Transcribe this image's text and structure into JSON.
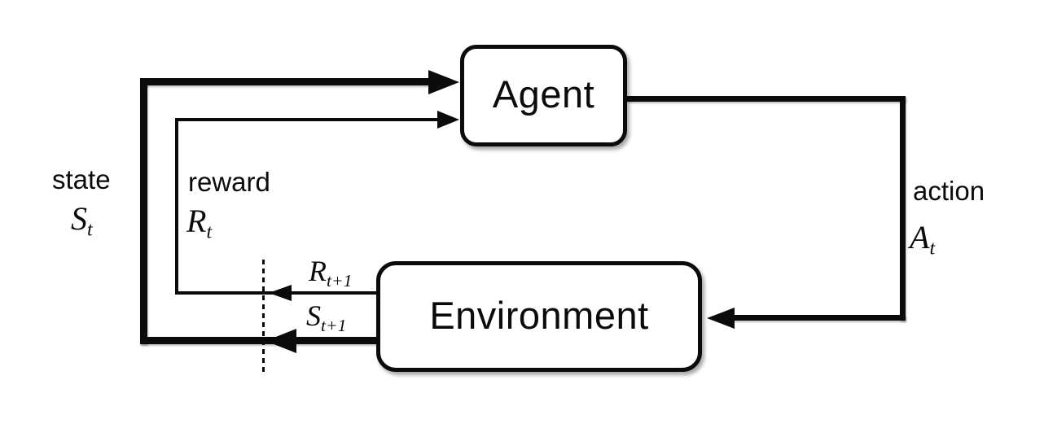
{
  "diagram": {
    "agent_box": {
      "label": "Agent"
    },
    "environment_box": {
      "label": "Environment"
    },
    "state_label": {
      "word": "state",
      "symbol_base": "S",
      "symbol_sub": "t"
    },
    "reward_label": {
      "word": "reward",
      "symbol_base": "R",
      "symbol_sub": "t"
    },
    "action_label": {
      "word": "action",
      "symbol_base": "A",
      "symbol_sub": "t"
    },
    "next_reward_label": {
      "symbol_base": "R",
      "symbol_sub": "t+1"
    },
    "next_state_label": {
      "symbol_base": "S",
      "symbol_sub": "t+1"
    },
    "colors": {
      "line": "#0b0b0b",
      "text": "#0b0b0b",
      "box_fill": "#ffffff",
      "background": "#ffffff"
    }
  }
}
